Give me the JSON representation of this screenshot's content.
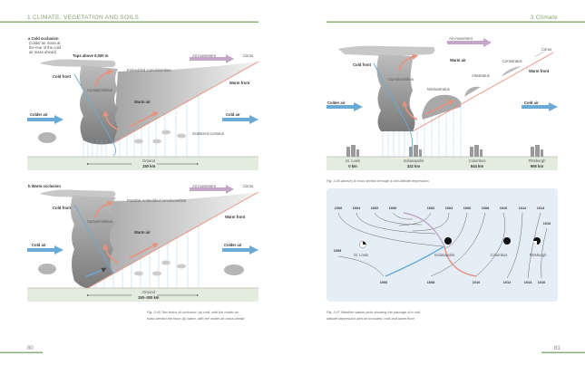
{
  "left_page": {
    "running_head": "1 CLIMATE, VEGETATION AND SOILS",
    "page_number": "80",
    "fig_a": {
      "title": "a Cold occlusion",
      "subtitle_lines": [
        "(colder air mass at",
        "the rear of the cold",
        "air mass ahead)"
      ],
      "tops": "Tops above 6,000 m",
      "air_movement": "Air movement",
      "cirrus": "Cirrus",
      "embedded": "Embedded cumulonimbus",
      "cold_front": "Cold front",
      "warm_front": "Warm front",
      "cumulonimbus": "Cumulonimbus",
      "warm_air": "Warm air",
      "left_air": "Colder air",
      "right_air": "Cold air",
      "scattered": "Scattered cumulus",
      "ground": "Ground",
      "distance": "150 km"
    },
    "fig_b": {
      "title": "b Warm occlusion",
      "air_movement": "Air movement",
      "cirrus": "Cirrus",
      "embedded": "Possible embedded cumulonimbus",
      "cold_front": "Cold front",
      "warm_front": "Warm front",
      "cumulonimbus": "Cumulonimbus",
      "warm_air": "Warm air",
      "left_air": "Cold air",
      "right_air": "Colder air",
      "ground": "Ground",
      "distance": "150–300 km"
    },
    "caption_lines": [
      "Fig. 3.45  Two forms of occlusion: (a) cold, with the colder air",
      "mass behind the front; (b) warm, with the colder air mass ahead"
    ]
  },
  "right_page": {
    "running_head": "3 Climate",
    "page_number": "81",
    "cross_section": {
      "air_movement": "Air movement",
      "cirrus": "Cirrus",
      "cirrostratus": "Cirrostratus",
      "warm_air": "Warm air",
      "cold_front": "Cold front",
      "warm_front": "Warm front",
      "altostratus": "Altostratus",
      "cumulonimbus": "Cumulonimbus",
      "nimbostratus": "Nimbostratus",
      "left_air": "Colder air",
      "right_air": "Cold air",
      "cities": [
        {
          "name": "St. Louis",
          "dist": "0 km"
        },
        {
          "name": "Indianapolis",
          "dist": "322 km"
        },
        {
          "name": "Columbus",
          "dist": "644 km"
        },
        {
          "name": "Pittsburgh",
          "dist": "965 km"
        }
      ],
      "caption": "Fig. 3.46  (above) A cross section through a mid-latitude depression."
    },
    "map": {
      "top_isobars": [
        "1006",
        "1004",
        "1002",
        "1000",
        "1002",
        "1004",
        "1006",
        "1008",
        "1010",
        "1012",
        "1014"
      ],
      "right_isobar": "1016",
      "left_isobar": "1008",
      "bottom_isobars": [
        "1006",
        "1008",
        "1010",
        "1012",
        "1014",
        "1016"
      ],
      "stations": [
        "St. Louis",
        "Indianapolis",
        "Columbus",
        "Pittsburgh"
      ],
      "caption_lines": [
        "Fig. 3.47  Weather station plots showing the passage of a mid-",
        "latitude depression with an occluded, cold and warm front"
      ]
    }
  },
  "colors": {
    "accent_green": "#8fb07a",
    "cold_front": "#6aaad6",
    "warm_front": "#e9907e",
    "occluded": "#c4a6c8",
    "ground": "#e4ece0",
    "map_bg": "#e5eef6"
  }
}
